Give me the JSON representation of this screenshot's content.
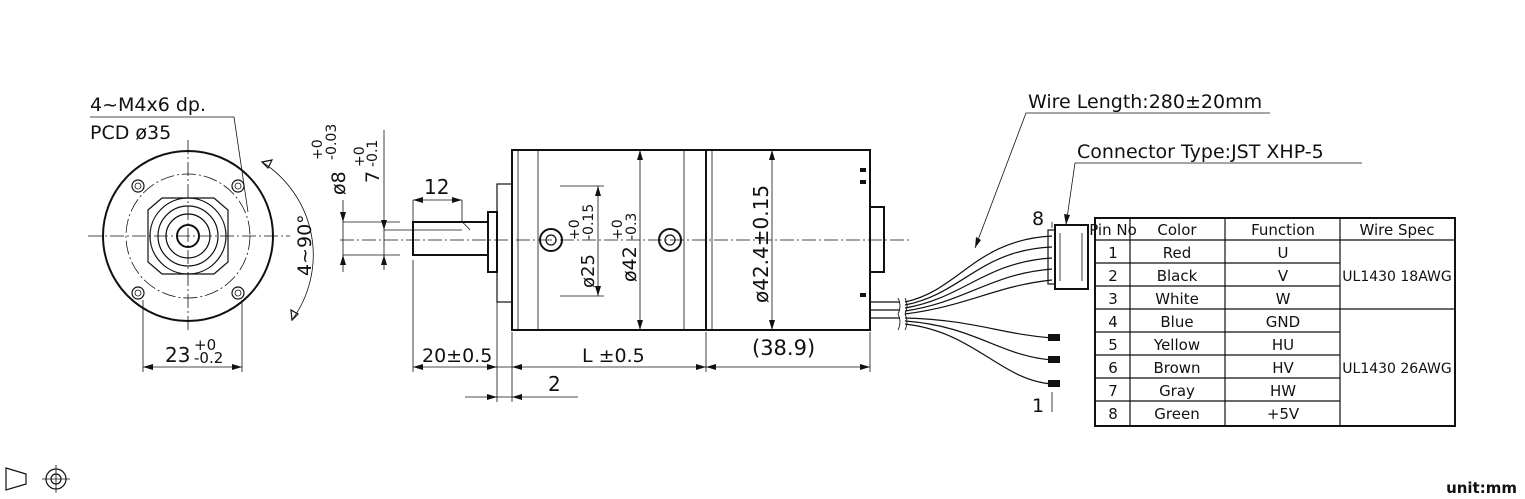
{
  "labels": {
    "holes": "4~M4x6 dp.",
    "pcd": "PCD ø35",
    "angle": "4~90°",
    "flange_width": "23",
    "flange_tol_upper": "+0",
    "flange_tol_lower": "-0.2",
    "shaft_dia": "ø8",
    "shaft_dia_tol_upper": "+0",
    "shaft_dia_tol_lower": "-0.03",
    "flat": "7",
    "flat_tol_upper": "+0",
    "flat_tol_lower": "-0.1",
    "key_length": "12",
    "pilot_dia": "ø25",
    "pilot_tol_upper": "+0",
    "pilot_tol_lower": "-0.15",
    "gear_dia": "ø42",
    "gear_tol_upper": "+0",
    "gear_tol_lower": "-0.3",
    "motor_dia": "ø42.4±0.15",
    "shaft_length": "20±0.5",
    "gearbox_length": "L ±0.5",
    "pilot_length": "2",
    "motor_length": "(38.9)",
    "wire_length": "Wire Length:280±20mm",
    "connector": "Connector Type:JST XHP-5",
    "pin_8": "8",
    "pin_1": "1",
    "unit": "unit:mm"
  },
  "pin_table": {
    "headers": [
      "Pin No",
      "Color",
      "Function",
      "Wire Spec"
    ],
    "rows": [
      {
        "pin": "1",
        "color": "Red",
        "function": "U"
      },
      {
        "pin": "2",
        "color": "Black",
        "function": "V"
      },
      {
        "pin": "3",
        "color": "White",
        "function": "W"
      },
      {
        "pin": "4",
        "color": "Blue",
        "function": "GND"
      },
      {
        "pin": "5",
        "color": "Yellow",
        "function": "HU"
      },
      {
        "pin": "6",
        "color": "Brown",
        "function": "HV"
      },
      {
        "pin": "7",
        "color": "Gray",
        "function": "HW"
      },
      {
        "pin": "8",
        "color": "Green",
        "function": "+5V"
      }
    ],
    "wire_spec_top": "UL1430 18AWG",
    "wire_spec_bottom": "UL1430 26AWG"
  },
  "icons": {
    "projection": "third-angle-projection-icon"
  }
}
